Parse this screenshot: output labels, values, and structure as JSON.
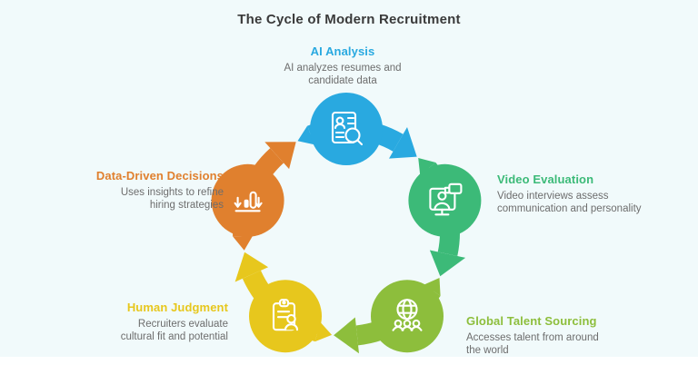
{
  "title": "The Cycle of Modern Recruitment",
  "colors": {
    "background": "#F1FAFB",
    "title_text": "#3A3A3A",
    "description_text": "#6D6D6D",
    "icon_stroke": "#FFFFFF",
    "footer_strip": "#FEFFFF"
  },
  "nodes": [
    {
      "id": "ai-analysis",
      "label": "AI Analysis",
      "color": "#29A9E0",
      "desc_lines": [
        "AI analyzes resumes and",
        "candidate data"
      ],
      "icon": "resume-search"
    },
    {
      "id": "video-evaluation",
      "label": "Video Evaluation",
      "color": "#3CBA78",
      "desc_lines": [
        "Video interviews assess",
        "communication and personality"
      ],
      "icon": "video-monitor"
    },
    {
      "id": "global-talent-sourcing",
      "label": "Global Talent Sourcing",
      "color": "#8DBE3C",
      "desc_lines": [
        "Accesses talent from around",
        "the world"
      ],
      "icon": "globe-people"
    },
    {
      "id": "human-judgment",
      "label": "Human Judgment",
      "color": "#E7C71D",
      "desc_lines": [
        "Recruiters evaluate",
        "cultural fit and potential"
      ],
      "icon": "clipboard-person"
    },
    {
      "id": "data-driven-decisions",
      "label": "Data-Driven Decisions",
      "color": "#E0802E",
      "desc_lines": [
        "Uses insights to refine",
        "hiring strategies"
      ],
      "icon": "bar-chart-arrows"
    }
  ]
}
